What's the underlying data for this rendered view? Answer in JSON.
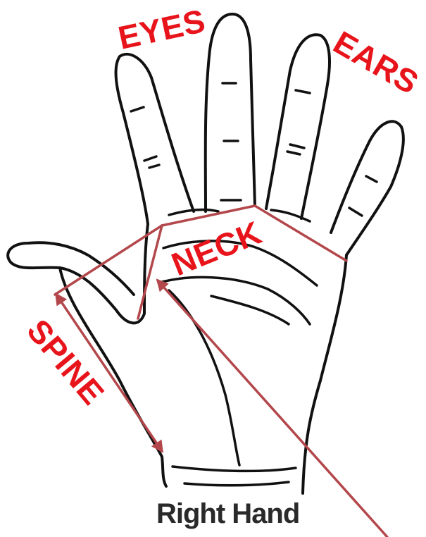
{
  "labels": {
    "eyes": "EYES",
    "ears": "EARS",
    "neck": "NECK",
    "spine": "SPINE"
  },
  "caption": "Right Hand",
  "colors": {
    "label_red": "#e8141b",
    "line_red": "#b3474b",
    "outline": "#111111",
    "caption": "#2a2a2a"
  }
}
